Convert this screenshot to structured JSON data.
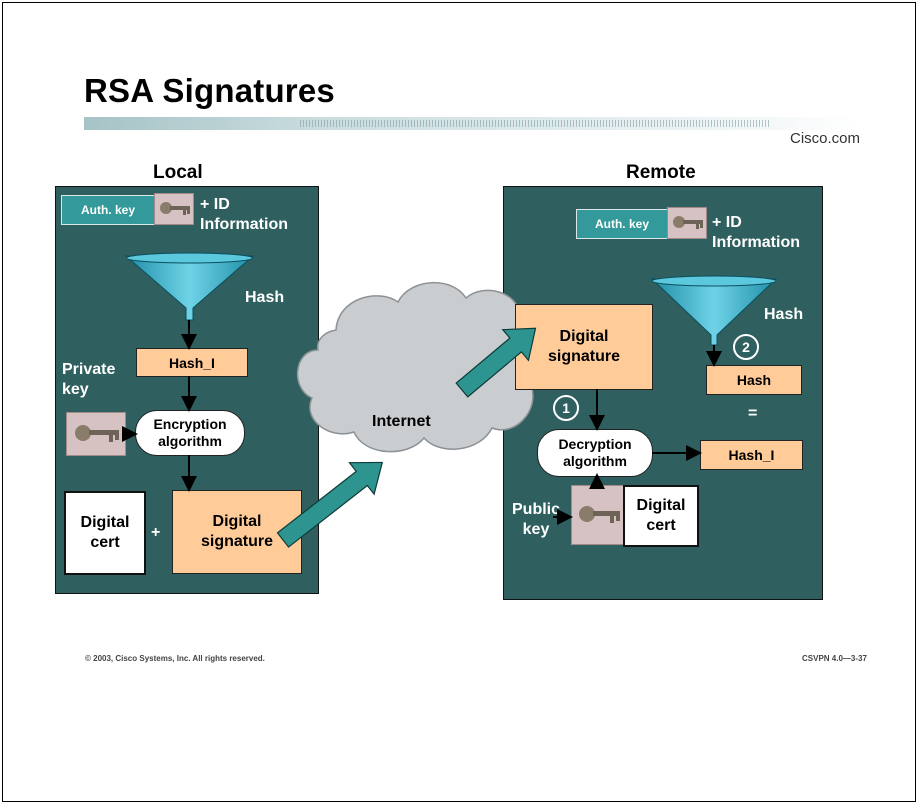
{
  "slide": {
    "title": "RSA Signatures",
    "brand": "Cisco.com",
    "footer_left": "© 2003, Cisco Systems, Inc. All rights reserved.",
    "footer_right": "CSVPN 4.0—3-37"
  },
  "local": {
    "heading": "Local",
    "auth_key": "Auth. key",
    "id_info": "+ ID\nInformation",
    "hash_label": "Hash",
    "hash_value": "Hash_I",
    "private_key": "Private\nkey",
    "encryption": "Encryption\nalgorithm",
    "digital_cert": "Digital\ncert",
    "plus": "+",
    "digital_signature": "Digital\nsignature"
  },
  "internet": {
    "label": "Internet"
  },
  "remote": {
    "heading": "Remote",
    "auth_key": "Auth. key",
    "id_info": "+ ID\nInformation",
    "hash_label": "Hash",
    "step2": "2",
    "hash_value": "Hash",
    "equals": "=",
    "digital_signature": "Digital\nsignature",
    "step1": "1",
    "decryption": "Decryption\nalgorithm",
    "hash_i": "Hash_I",
    "public_key": "Public\nkey",
    "digital_cert": "Digital\ncert"
  },
  "colors": {
    "panel": "#2f5f5f",
    "accent_teal": "#33999a",
    "peach": "#ffcc99",
    "cloud": "#c9cdd0"
  },
  "icons": [
    "funnel-icon",
    "key-icon",
    "cloud-icon",
    "arrow-icon"
  ]
}
